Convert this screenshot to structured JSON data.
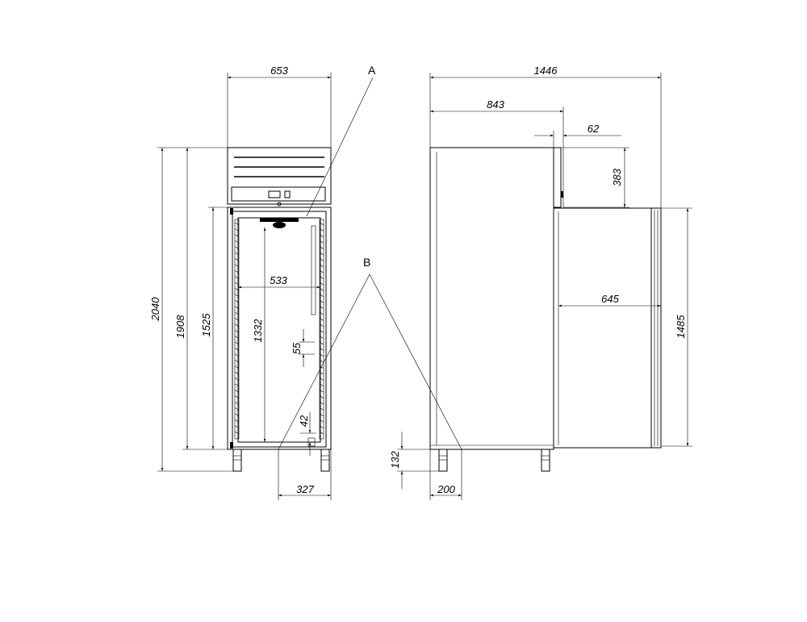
{
  "labels": {
    "a": "A",
    "b": "B"
  },
  "front_view": {
    "width": "653",
    "total_height": "2040",
    "height_1908": "1908",
    "height_1525": "1525",
    "inner_height": "1332",
    "inner_width": "533",
    "pitch": "55",
    "bottom_gap": "42",
    "half_width": "327"
  },
  "side_view": {
    "total_depth": "1446",
    "body_depth": "843",
    "top_offset": "62",
    "top_height": "383",
    "door_depth": "645",
    "door_height": "1485",
    "leg_height": "132",
    "leg_offset": "200"
  }
}
